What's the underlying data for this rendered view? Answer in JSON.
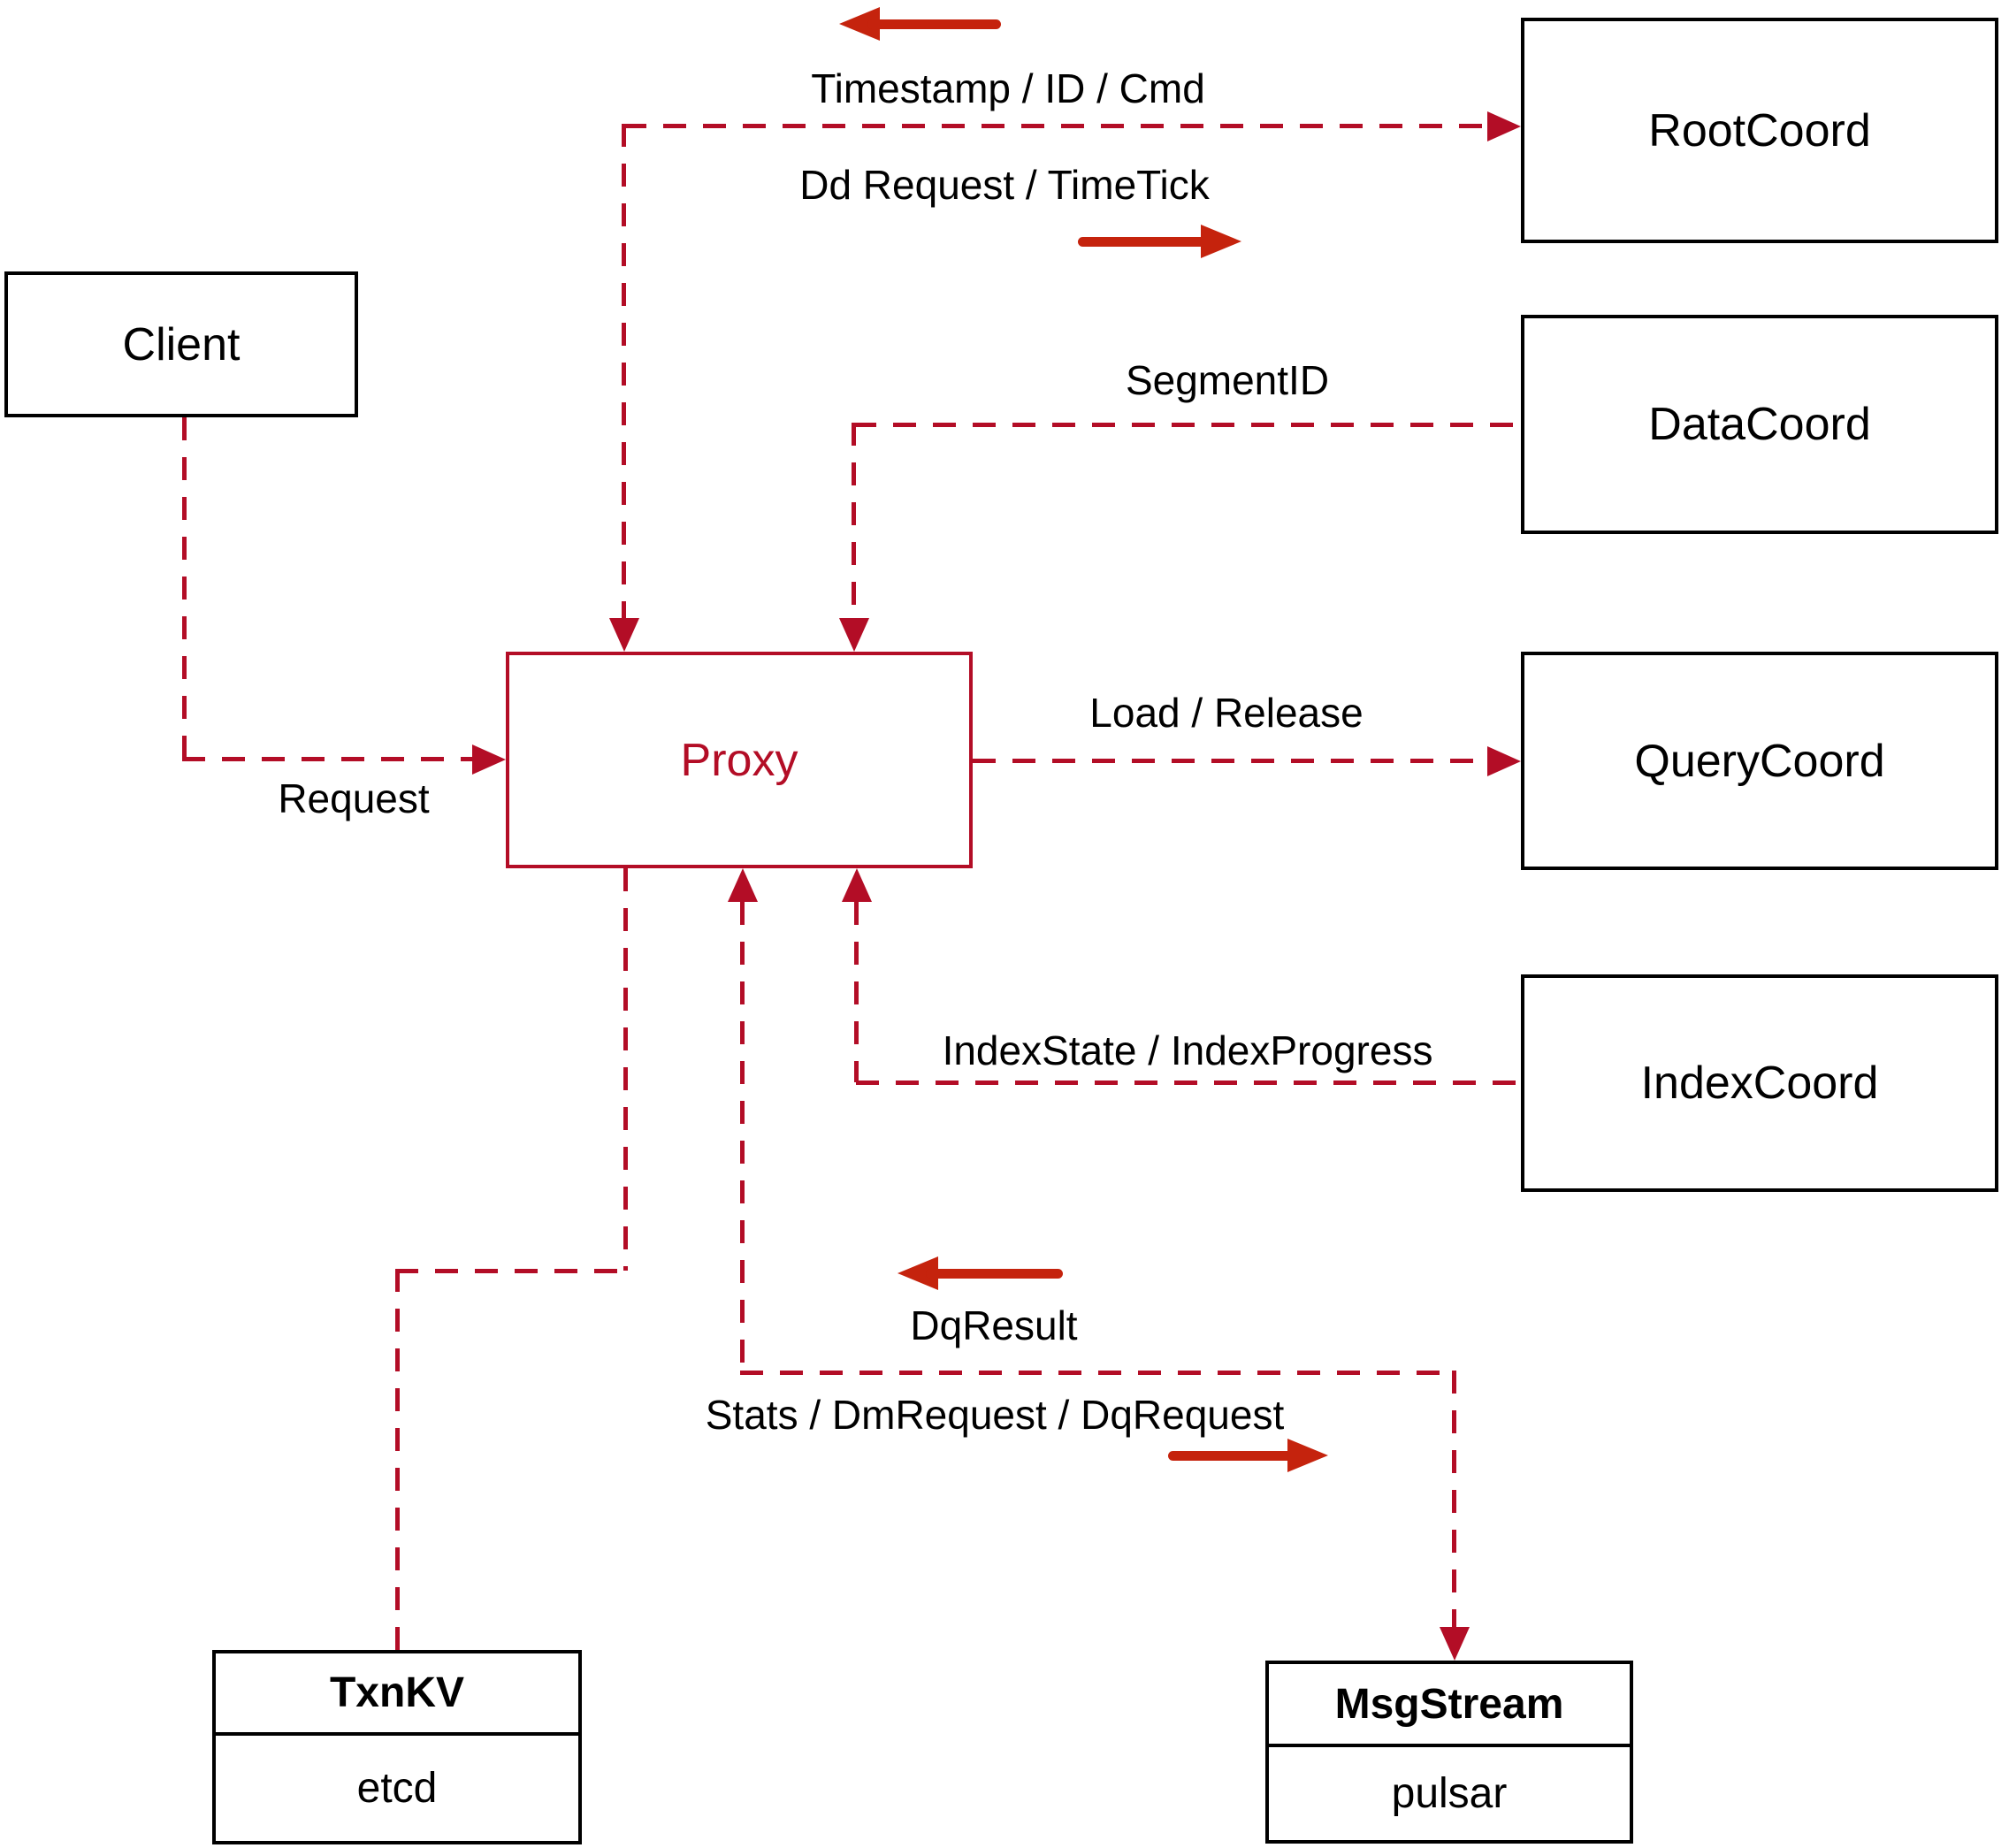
{
  "diagram": {
    "nodes": {
      "client": {
        "label": "Client"
      },
      "root_coord": {
        "label": "RootCoord"
      },
      "data_coord": {
        "label": "DataCoord"
      },
      "query_coord": {
        "label": "QueryCoord"
      },
      "index_coord": {
        "label": "IndexCoord"
      },
      "proxy": {
        "label": "Proxy"
      },
      "txn_kv": {
        "title": "TxnKV",
        "impl": "etcd"
      },
      "msg_stream": {
        "title": "MsgStream",
        "impl": "pulsar"
      }
    },
    "edge_labels": {
      "timestamp_id_cmd": "Timestamp / ID / Cmd",
      "dd_request_timetick": "Dd Request / TimeTick",
      "segment_id": "SegmentID",
      "load_release": "Load / Release",
      "index_state": "IndexState / IndexProgress",
      "dq_result": "DqResult",
      "stats_dm_dq": "Stats / DmRequest / DqRequest",
      "request": "Request"
    },
    "colors": {
      "dashed_line": "#b30d26",
      "solid_arrow": "#c5230d",
      "box_border": "#000000"
    }
  }
}
